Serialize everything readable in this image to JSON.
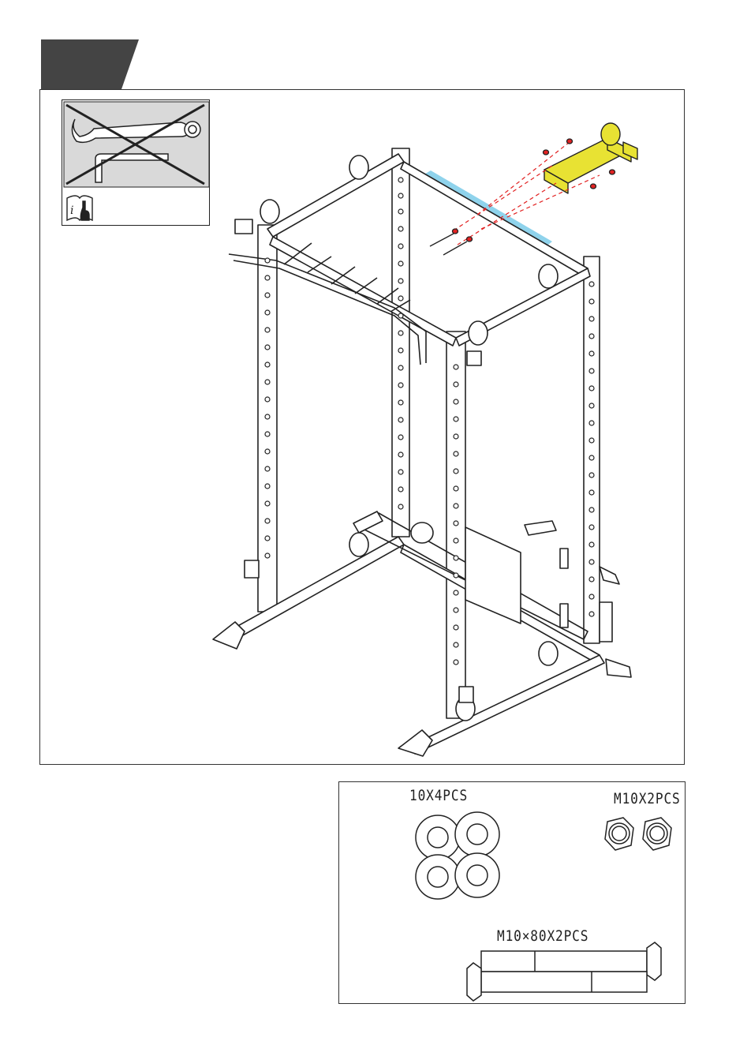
{
  "tools": {
    "crossed_out": [
      "adjustable-wrench",
      "hex-key"
    ]
  },
  "parts": {
    "washers_qty": "10X4PCS",
    "nuts_qty": "M10X2PCS",
    "bolts_qty": "M10×80X2PCS"
  },
  "colors": {
    "step_tab": "#444444",
    "highlight_tube": "#8fd3ec",
    "new_part": "#e8e233",
    "outline": "#222222",
    "hardware_line": "#e22222"
  }
}
